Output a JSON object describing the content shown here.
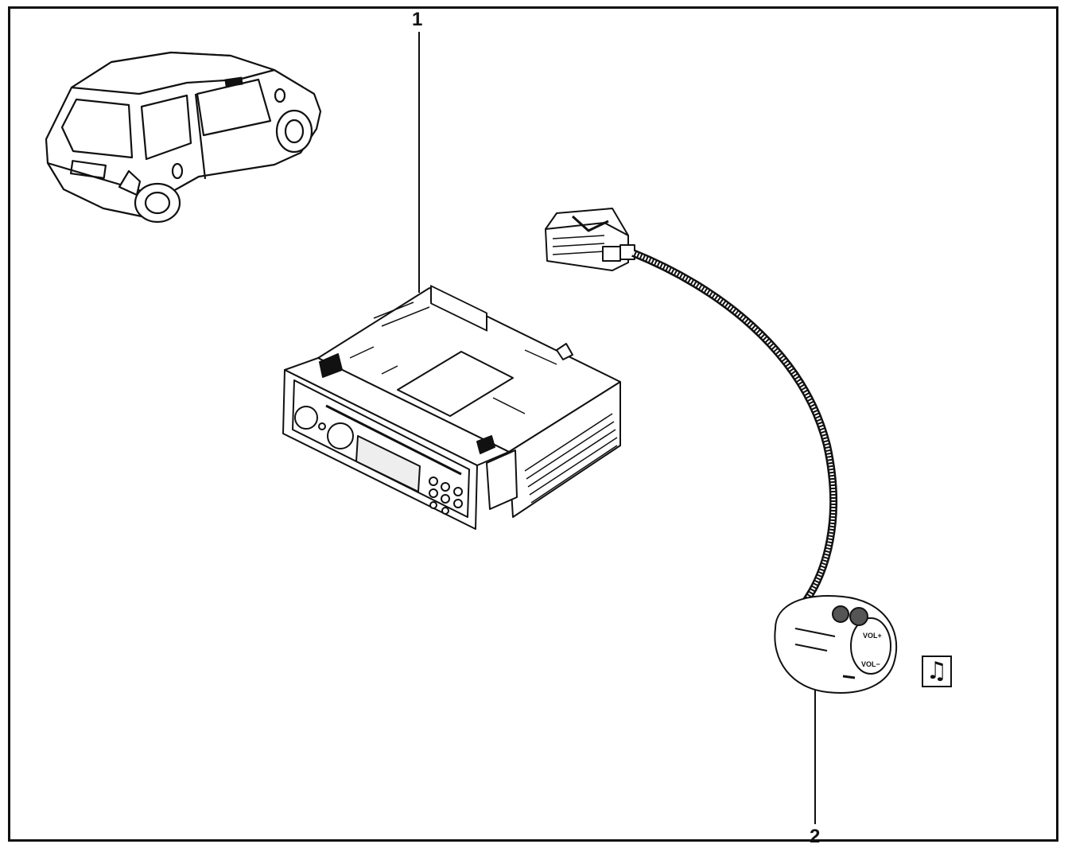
{
  "figure": {
    "callouts": [
      {
        "id": "1",
        "label": "1"
      },
      {
        "id": "2",
        "label": "2"
      }
    ],
    "badge_symbol": "♫",
    "badge_icon": "music-note-icon",
    "steering_control_labels": [
      "VOL+",
      "VOL−"
    ],
    "line_color": "#111111",
    "background_color": "#ffffff"
  }
}
